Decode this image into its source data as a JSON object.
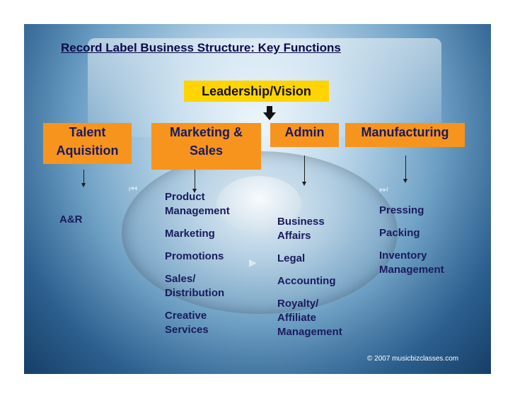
{
  "title": "Record Label Business Structure: Key Functions",
  "leadership": "Leadership/Vision",
  "functions": [
    {
      "lines": [
        "Talent",
        "Aquisition"
      ]
    },
    {
      "lines": [
        "Marketing &",
        "Sales"
      ]
    },
    {
      "lines": [
        "Admin"
      ]
    },
    {
      "lines": [
        "Manufacturing"
      ]
    }
  ],
  "talent_items": [
    "A&R"
  ],
  "marketing_items": [
    [
      "Product",
      "Management"
    ],
    [
      "Marketing"
    ],
    [
      "Promotions"
    ],
    [
      "Sales/",
      "Distribution"
    ],
    [
      "Creative",
      "Services"
    ]
  ],
  "admin_items": [
    [
      "Business",
      "Affairs"
    ],
    [
      "Legal"
    ],
    [
      "Accounting"
    ],
    [
      "Royalty/",
      "Affiliate",
      "Management"
    ]
  ],
  "manufacturing_items": [
    [
      "Pressing"
    ],
    [
      "Packing"
    ],
    [
      "Inventory",
      "Management"
    ]
  ],
  "copyright": "© 2007 musicbizclasses.com",
  "colors": {
    "function_box": "#f7941d",
    "leadership_box": "#ffd400",
    "text": "#1a1a5e"
  },
  "background_glyphs": [
    "⏮",
    "⏭",
    "▶"
  ]
}
